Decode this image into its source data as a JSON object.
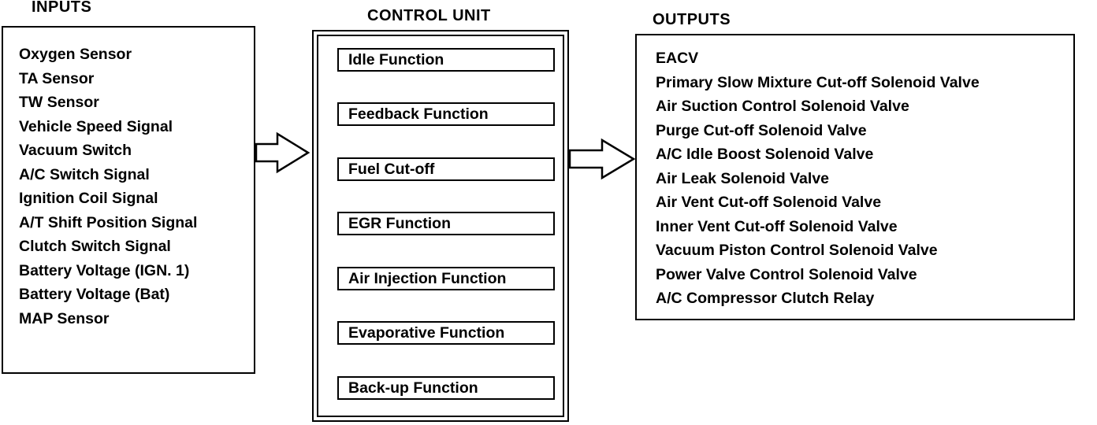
{
  "inputs": {
    "heading": "INPUTS",
    "items": [
      "Oxygen Sensor",
      "TA Sensor",
      "TW Sensor",
      "Vehicle Speed Signal",
      "Vacuum Switch",
      "A/C Switch Signal",
      "Ignition Coil Signal",
      "A/T Shift Position Signal",
      "Clutch Switch Signal",
      "Battery Voltage (IGN. 1)",
      "Battery Voltage (Bat)",
      "MAP Sensor"
    ]
  },
  "control_unit": {
    "heading": "CONTROL UNIT",
    "functions": [
      "Idle Function",
      "Feedback Function",
      "Fuel Cut-off",
      "EGR Function",
      "Air Injection Function",
      "Evaporative Function",
      "Back-up Function"
    ]
  },
  "outputs": {
    "heading": "OUTPUTS",
    "items": [
      "EACV",
      "Primary Slow Mixture Cut-off Solenoid Valve",
      "Air Suction Control Solenoid Valve",
      "Purge Cut-off Solenoid Valve",
      "A/C Idle Boost Solenoid Valve",
      "Air Leak Solenoid Valve",
      "Air Vent Cut-off Solenoid Valve",
      "Inner Vent Cut-off Solenoid Valve",
      "Vacuum Piston Control Solenoid Valve",
      "Power Valve Control Solenoid Valve",
      "A/C Compressor Clutch Relay"
    ]
  },
  "colors": {
    "line": "#000000",
    "background": "#ffffff"
  }
}
